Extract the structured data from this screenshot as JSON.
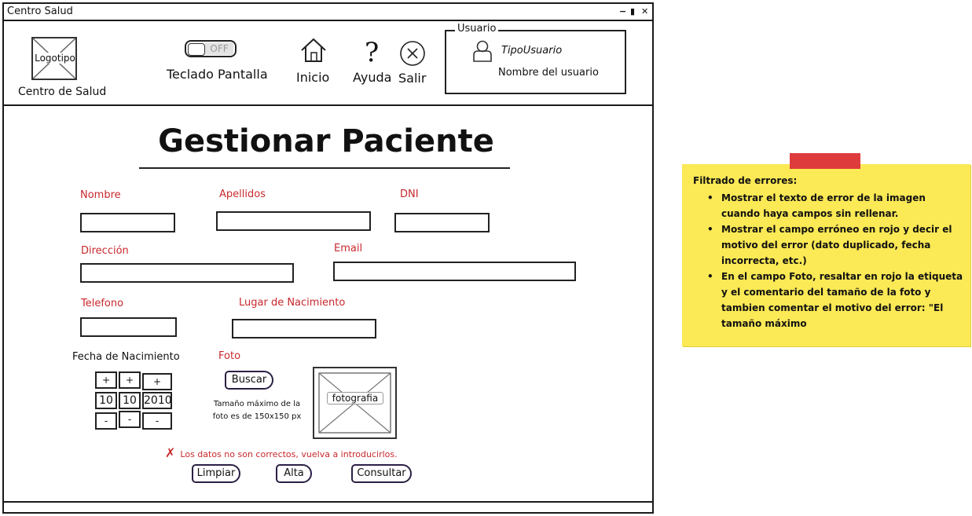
{
  "window": {
    "title": "Centro Salud",
    "controls": {
      "minimize": "−",
      "maximize": "▮",
      "close": "✕"
    }
  },
  "header": {
    "logo_label": "Logotipo",
    "center_name": "Centro de Salud",
    "keyboard_toggle": {
      "state": "OFF",
      "label": "Teclado Pantalla"
    },
    "nav": {
      "home": "Inicio",
      "help": "Ayuda",
      "help_icon": "?",
      "exit": "Salir"
    },
    "user_box": {
      "legend": "Usuario",
      "type": "TipoUsuario",
      "name": "Nombre del usuario"
    }
  },
  "main": {
    "title": "Gestionar Paciente",
    "fields": {
      "nombre": "Nombre",
      "apellidos": "Apellidos",
      "dni": "DNI",
      "direccion": "Dirección",
      "email": "Email",
      "telefono": "Telefono",
      "lugar_nacimiento": "Lugar de Nacimiento",
      "fecha_nacimiento": "Fecha de Nacimiento",
      "foto": "Foto"
    },
    "date": {
      "plus": "+",
      "minus": "-",
      "day": "10",
      "month": "10",
      "year": "2010"
    },
    "photo": {
      "search_button": "Buscar",
      "note_line1": "Tamaño máximo de la",
      "note_line2": "foto es de 150x150 px",
      "placeholder": "fotografia"
    },
    "error_message": "Los datos no son correctos, vuelva a introducirlos.",
    "buttons": {
      "clear": "Limpiar",
      "create": "Alta",
      "query": "Consultar"
    }
  },
  "sticky_note": {
    "title": "Filtrado de errores:",
    "items": [
      "Mostrar el texto de error de la imagen cuando haya campos sin rellenar.",
      "Mostrar el campo erróneo en rojo y decir el motivo del error (dato duplicado, fecha incorrecta, etc.)",
      "En el campo Foto, resaltar en rojo la etiqueta y el comentario del tamaño de la foto y tambien comentar el motivo del error: \"El tamaño máximo"
    ]
  },
  "colors": {
    "error_red": "#c8282c",
    "sticky_yellow": "#fbe955",
    "tape_red": "#de3c3c",
    "toggle_off_gray": "#e3e3e3"
  },
  "icons": [
    "home-icon",
    "help-icon",
    "exit-icon",
    "user-icon",
    "error-x-icon",
    "image-placeholder-icon"
  ]
}
